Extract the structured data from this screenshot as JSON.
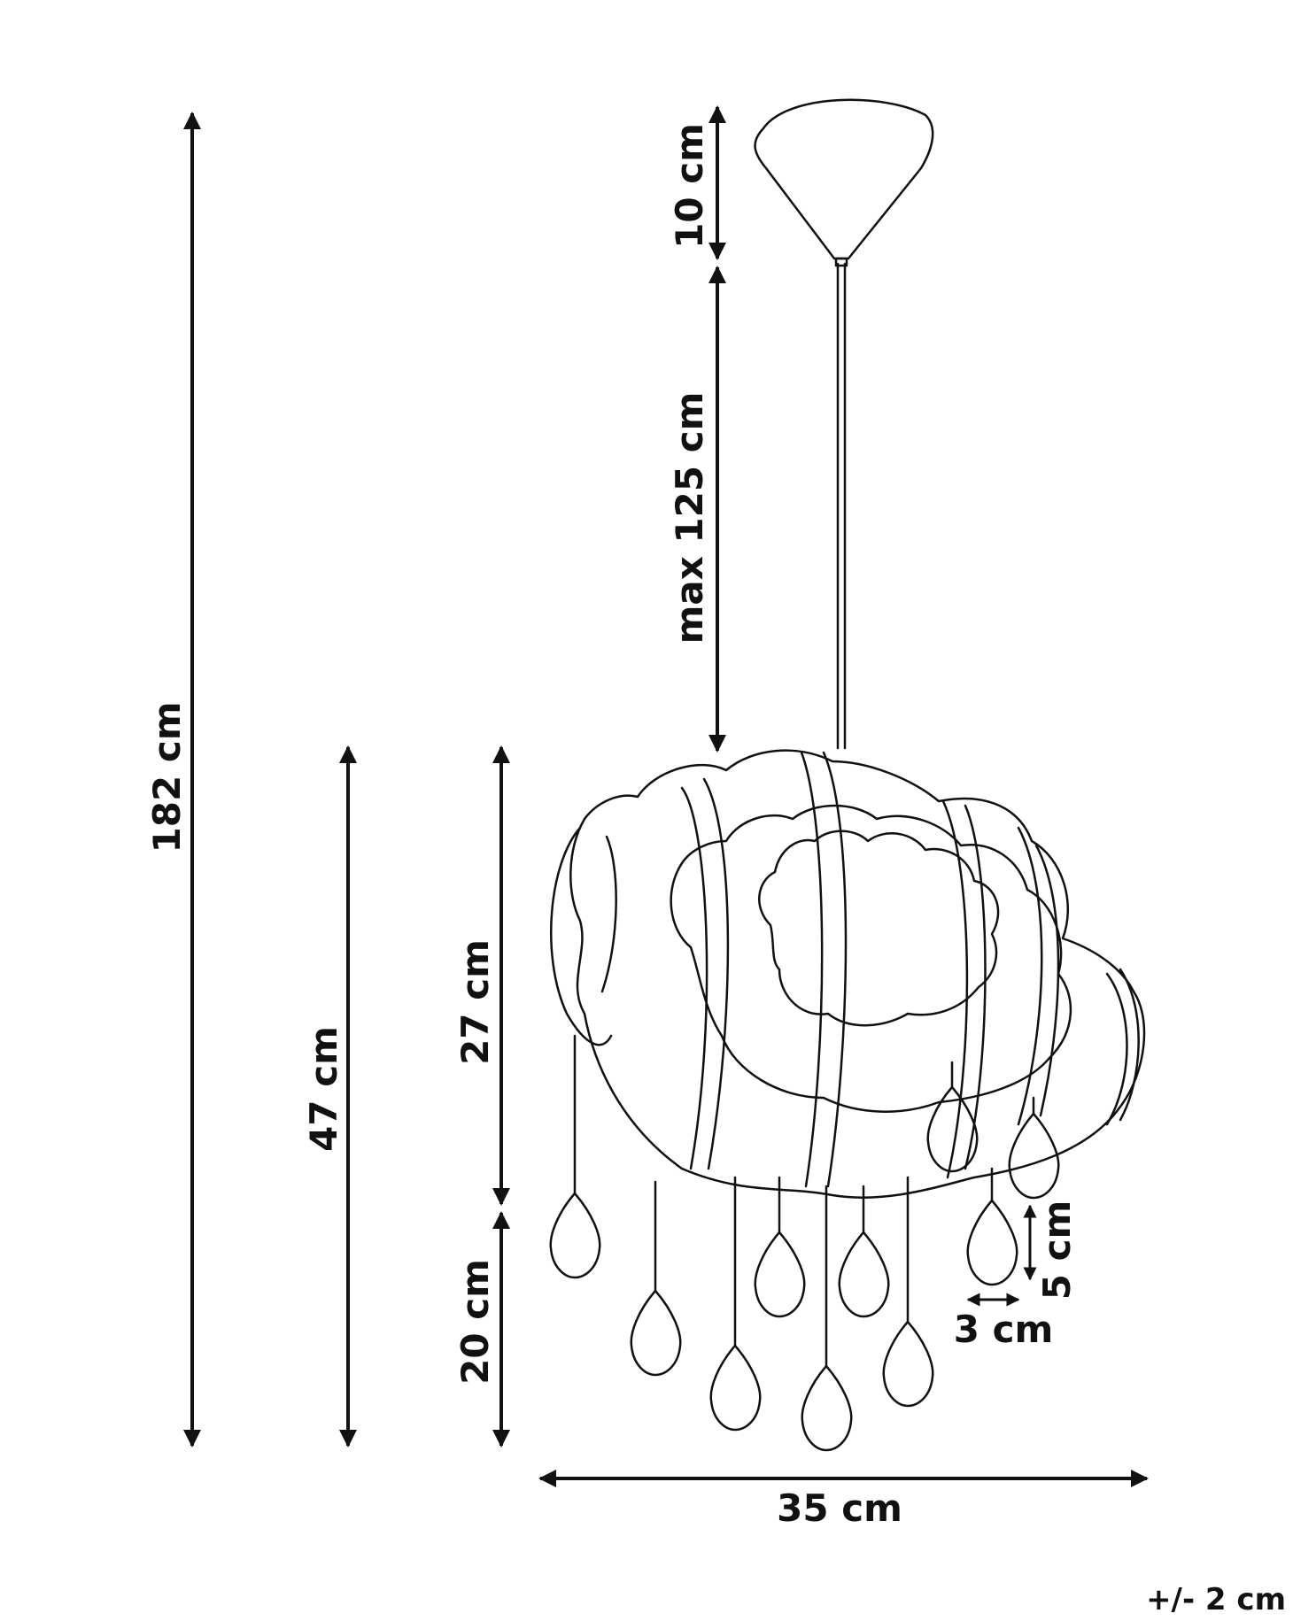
{
  "diagram": {
    "title": "",
    "colors": {
      "line": "#111111",
      "background": "#ffffff"
    },
    "dimensions": {
      "total_height": "182 cm",
      "lamp_height": "47 cm",
      "canopy_height": "10 cm",
      "cable_length": "max 125 cm",
      "shade_height": "27 cm",
      "drops_height": "20 cm",
      "drop_height": "5 cm",
      "drop_width": "3 cm",
      "width": "35 cm",
      "tolerance": "+/- 2 cm"
    }
  }
}
